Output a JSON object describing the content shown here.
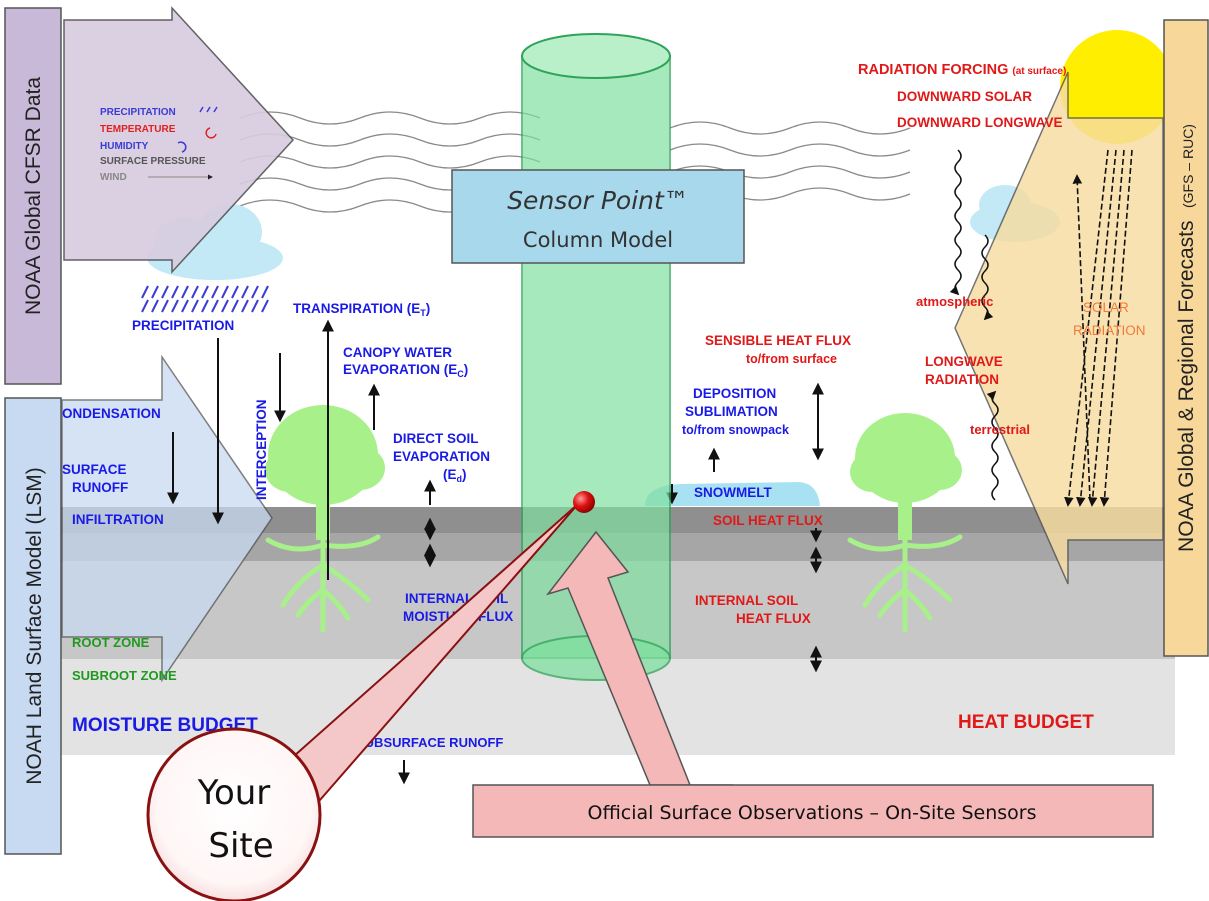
{
  "left_top_panel": {
    "title": "NOAA  Global  CFSR  Data",
    "inputs": [
      "PRECIPITATION",
      "TEMPERATURE",
      "HUMIDITY",
      "SURFACE PRESSURE",
      "WIND"
    ],
    "input_colors": [
      "#3b3bd6",
      "#e02020",
      "#3b3bd6",
      "#555555",
      "#777777"
    ]
  },
  "left_bottom_panel": {
    "title": "NOAH Land Surface Model (LSM)"
  },
  "right_panel": {
    "title": "NOAA Global  &  Regional  Forecasts",
    "subtitle": "(GFS – RUC)"
  },
  "column_model": {
    "title": "Sensor Point™",
    "subtitle": "Column Model"
  },
  "moisture_labels": {
    "precipitation": "PRECIPITATION",
    "transpiration": "TRANSPIRATION (E",
    "transpiration_sub": "T",
    "transpiration_close": ")",
    "canopy_1": "CANOPY WATER",
    "canopy_2": "EVAPORATION (E",
    "canopy_sub": "C",
    "canopy_close": ")",
    "interception": "INTERCEPTION",
    "condensation": "ONDENSATION",
    "surface_runoff_1": "SURFACE",
    "surface_runoff_2": "RUNOFF",
    "infiltration": "INFILTRATION",
    "direct_soil_1": "DIRECT SOIL",
    "direct_soil_2": "EVAPORATION",
    "direct_soil_3": "(E",
    "direct_soil_sub": "d",
    "direct_soil_close": ")",
    "internal_moisture_1": "INTERNAL SOIL",
    "internal_moisture_2": "MOISTURE FLUX",
    "root_zone": "ROOT ZONE",
    "subroot_zone": "SUBROOT ZONE",
    "moisture_budget": "MOISTURE BUDGET",
    "subsurface_runoff": "SUBSURFACE RUNOFF",
    "deposition_1": "DEPOSITION",
    "deposition_2": "SUBLIMATION",
    "deposition_3": "to/from snowpack",
    "snowmelt": "SNOWMELT"
  },
  "heat_labels": {
    "radiation_forcing": "RADIATION FORCING",
    "radiation_forcing_note": "(at surface)",
    "downward_solar": "DOWNWARD SOLAR",
    "downward_longwave": "DOWNWARD LONGWAVE",
    "sensible_1": "SENSIBLE HEAT FLUX",
    "sensible_2": "to/from surface",
    "atmospheric": "atmospheric",
    "longwave_1": "LONGWAVE",
    "longwave_2": "RADIATION",
    "terrestrial": "terrestrial",
    "solar_1": "SOLAR",
    "solar_2": "RADIATION",
    "soil_heat_flux": "SOIL HEAT FLUX",
    "internal_heat_1": "INTERNAL SOIL",
    "internal_heat_2": "HEAT FLUX",
    "heat_budget": "HEAT BUDGET"
  },
  "callouts": {
    "your_site_1": "Your",
    "your_site_2": "Site",
    "observations": "Official Surface Observations  –  On-Site Sensors"
  },
  "colors": {
    "moisture_text": "#1a1ae6",
    "heat_text": "#e01818",
    "zone_text": "#1f9a1f",
    "tree": "#a8f08a",
    "column": "#7fe0a0",
    "sun": "#ffee00",
    "cfsr_panel": "#d8cce0",
    "lsm_panel": "#c8daf2",
    "forecast_panel": "#f7dca0",
    "sensor_box": "#a8d8ec",
    "observation_box": "#f5b8b8",
    "site_marker": "#dd1111"
  }
}
